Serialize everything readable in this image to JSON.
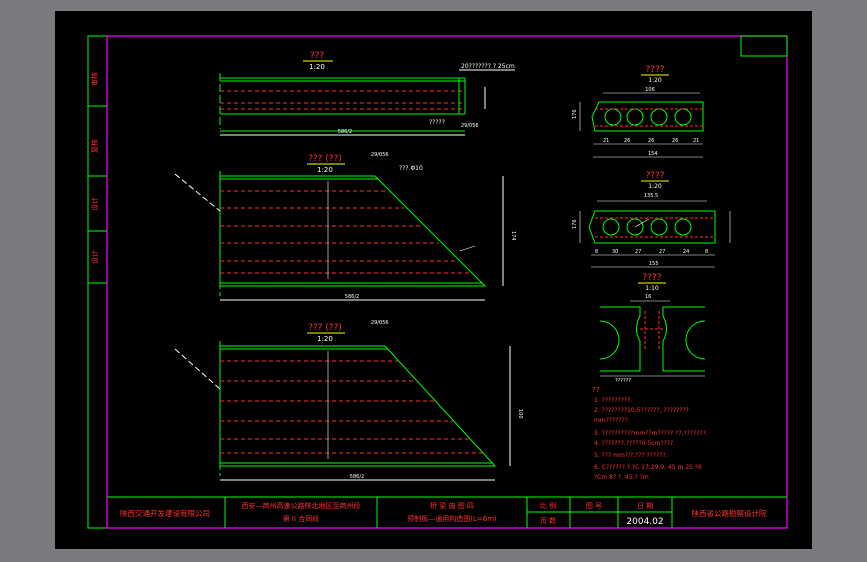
{
  "colors": {
    "background": "#7a7b7f",
    "canvas": "#000000",
    "frame": "#ff00ff",
    "green": "#00ff00",
    "red": "#ff3030",
    "yellow": "#ffff00",
    "white": "#ffffff",
    "cyan": "#00ffff"
  },
  "side_labels": [
    "审核",
    "复核",
    "设计",
    "设计"
  ],
  "view_top": {
    "title": "???",
    "scale": "1:20",
    "note": "20???????.? 25cm",
    "note2": "?????",
    "dim": "29/056",
    "dim_bottom": "586/2"
  },
  "view_mid": {
    "title": "??? (??)",
    "scale": "1:20",
    "dim": "29/056",
    "callout": "??? Φ10",
    "dim_right": "174",
    "dim_bottom": "586/2"
  },
  "view_bot": {
    "title": "??? (??)",
    "scale": "1:20",
    "dim": "29/056",
    "dim_right": "100",
    "dim_bottom": "586/2"
  },
  "section_1": {
    "title": "????",
    "scale": "1:20",
    "dim_top": "106",
    "dim_left": "176",
    "dims_bottom": [
      "21",
      "26",
      "26",
      "26",
      "21"
    ],
    "dim_total": "154"
  },
  "section_2": {
    "title": "????",
    "scale": "1:20",
    "dim_top": "135.5",
    "dim_left": "176",
    "dims_bottom": [
      "8",
      "30",
      "27",
      "27",
      "24",
      "8"
    ],
    "dim_total": "155"
  },
  "section_3": {
    "title": "????",
    "scale": "1:10",
    "dim_top": "16",
    "label": "??????"
  },
  "notes": {
    "heading": "??",
    "lines": [
      "1. ?????????.",
      "2. ????????10.5??????,  ????????",
      "   mm???????.",
      "3. ??????????mm??m????? ??,???????.",
      "4. ???????,?????0.5cm????.",
      "5. ??? mm?/?,??? ??????.",
      "6. C??????.?  ?C  17.29.9,  45  m  25  ?6  ",
      "   ?Cm  8?  ?,  45.?  ?m"
    ]
  },
  "title_block": {
    "company": "陕西交通开发建设有限公司",
    "project_line1": "西安—商州高速公路陕北地区至商州段",
    "project_line2": "第 II 合同段",
    "drawing_line1": "桥 梁 施 图 四",
    "drawing_line2": "预制板—通用构造图(L=6m)",
    "label_scale": "比 例",
    "label_sheet": "图 号",
    "label_date": "日 期",
    "label_no": "页 数",
    "date_value": "2004.02",
    "designer": "陕西省公路勘察设计院"
  }
}
